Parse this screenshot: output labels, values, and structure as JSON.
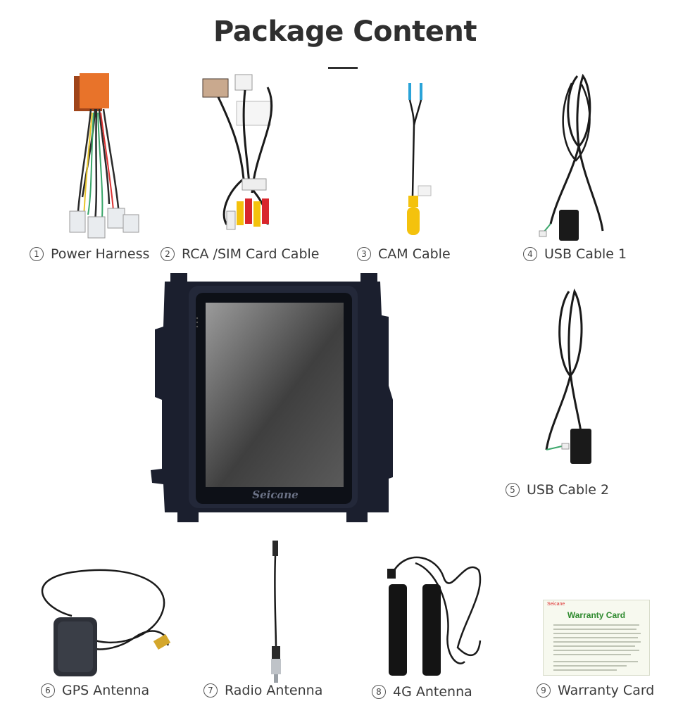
{
  "title": "Package Content",
  "brand": "Seicane",
  "items": [
    {
      "num": "1",
      "label": "Power Harness"
    },
    {
      "num": "2",
      "label": "RCA /SIM Card Cable"
    },
    {
      "num": "3",
      "label": "CAM Cable"
    },
    {
      "num": "4",
      "label": "USB Cable 1"
    },
    {
      "num": "5",
      "label": "USB Cable 2"
    },
    {
      "num": "6",
      "label": "GPS Antenna"
    },
    {
      "num": "7",
      "label": "Radio Antenna"
    },
    {
      "num": "8",
      "label": "4G Antenna"
    },
    {
      "num": "9",
      "label": "Warranty Card"
    }
  ],
  "warranty_card": {
    "brand": "Seicane",
    "title": "Warranty Card"
  },
  "colors": {
    "title": "#2f2f2f",
    "cable": "#1a1a1a",
    "radio_frame": "#1b1f2e",
    "card_title": "#2e8a2e",
    "plug_orange": "#e8732a",
    "rca_red": "#d8262c",
    "rca_yellow": "#f4c20d"
  }
}
